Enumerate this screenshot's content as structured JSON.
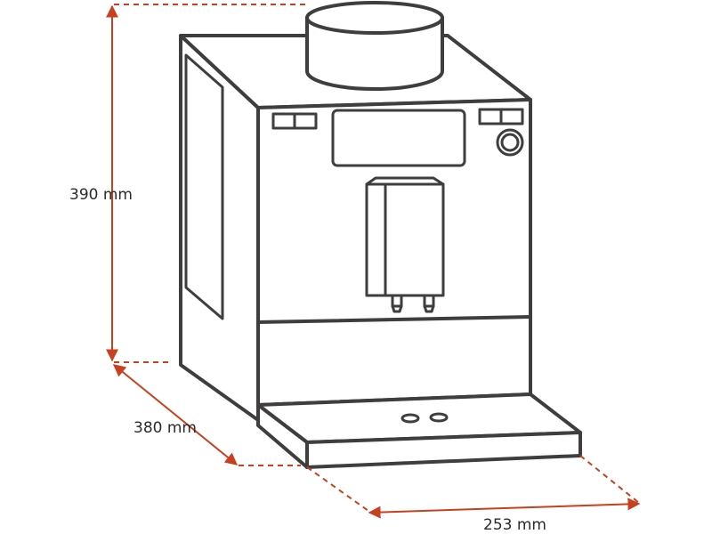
{
  "dimensions": {
    "height": "390 mm",
    "depth": "380 mm",
    "width": "253 mm"
  },
  "colors": {
    "dimension": "#c8401e",
    "outline": "#3f3d3e",
    "text": "#2b2b2b",
    "background": "#ffffff"
  }
}
